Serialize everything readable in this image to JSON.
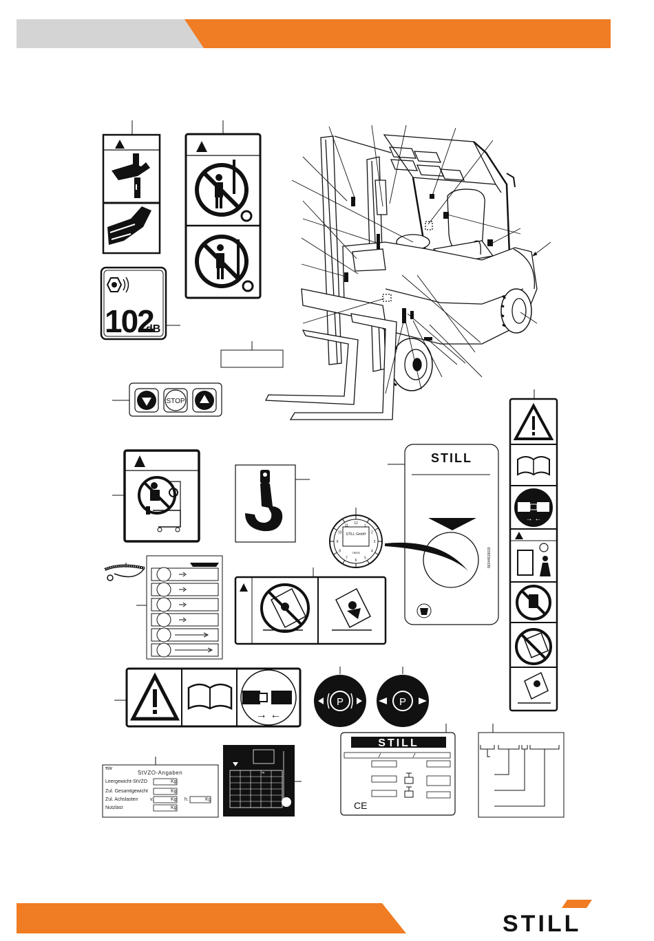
{
  "header": {
    "left_color": "#d4d4d4",
    "right_color": "#f07c23"
  },
  "footer": {
    "color": "#f07c23",
    "brand": "STILL"
  },
  "labels": {
    "noise_value": "102",
    "noise_unit": "dB",
    "stop_button": "STOP",
    "still_label_brand": "STILL",
    "rating_plate_brand": "STILL",
    "ce_mark": "CE",
    "dial_text": "STILL GmbH",
    "dial_serial": "T8005",
    "plate_vertical_code": "56344519019",
    "dial_numbers": [
      "12",
      "1",
      "2",
      "3",
      "4",
      "5",
      "6",
      "7",
      "8",
      "9",
      "10",
      "11"
    ]
  },
  "stvzo": {
    "logo_text": "TÜV",
    "title": "StVZO-Angaben",
    "rows": [
      {
        "label": "Leergewicht-StVZO",
        "unit": "Kg"
      },
      {
        "label": "Zul. Gesamtgewicht",
        "unit": "Kg"
      },
      {
        "label": "Zul. Achslasten",
        "prefix_v": "v.",
        "unit": "Kg",
        "prefix_h": "h.",
        "unit2": "Kg"
      },
      {
        "label": "Nutzlast",
        "unit": "Kg"
      }
    ]
  },
  "capacity_chart": {
    "unit": "kg"
  }
}
